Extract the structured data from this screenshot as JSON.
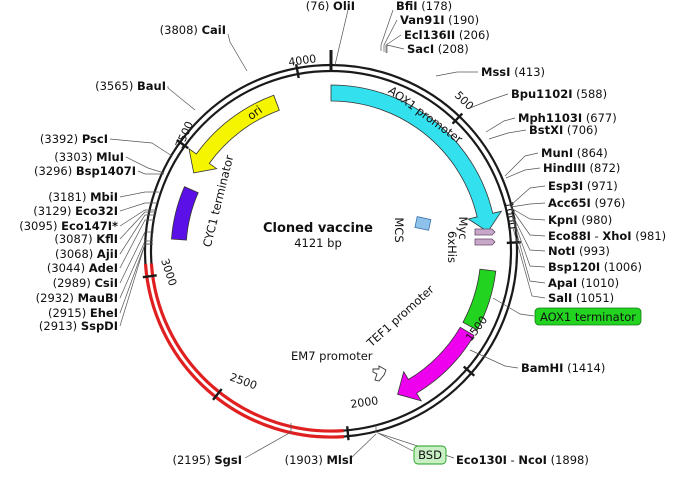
{
  "title": "Cloned vaccine",
  "subtitle": "4121 bp",
  "total_bp": 4121,
  "colors": {
    "backbone": "#1a1a1a",
    "highlight": "#e02020",
    "ori": "#f5f500",
    "aox1_promoter": "#33e0ee",
    "cyc1_terminator": "#5a10e6",
    "tef1_promoter": "#ee00ee",
    "aox1_terminator": "#22d420",
    "mcs": "#8ec2ea",
    "tag": "#c8a8c8",
    "label_box_green": "#22d420",
    "label_box_light": "#c8f0c4"
  },
  "highlight_range": [
    2015,
    3045
  ],
  "features": [
    {
      "id": "aox1-promoter",
      "label": "AOX1 promoter",
      "start": 0,
      "end": 950,
      "color_key": "aox1_promoter"
    },
    {
      "id": "ori",
      "label": "ori",
      "start": 3890,
      "end": 3430,
      "color_key": "ori"
    },
    {
      "id": "cyc1-terminator",
      "label": "CYC1 terminator",
      "start": 3362,
      "end": 3140,
      "color_key": "cyc1_terminator"
    },
    {
      "id": "aox1-terminator",
      "label": "AOX1 terminator",
      "start": 1110,
      "end": 1355,
      "color_key": "aox1_terminator"
    },
    {
      "id": "tef1-promoter",
      "label": "TEF1 promoter",
      "start": 1380,
      "end": 1775,
      "color_key": "tef1_promoter"
    }
  ],
  "inner_labels": {
    "mcs": "MCS",
    "myc": "Myc",
    "his": "6xHis",
    "em7": "EM7 promoter"
  },
  "ticks": [
    "500",
    "1000",
    "1500",
    "2000",
    "2500",
    "3000",
    "3500",
    "4000"
  ],
  "enzymes": [
    {
      "id": "oli",
      "name": "OliI",
      "pos": "(76)"
    },
    {
      "id": "bfi",
      "name": "BfiI",
      "pos": "(178)"
    },
    {
      "id": "van91",
      "name": "Van91I",
      "pos": "(190)"
    },
    {
      "id": "ecl136",
      "name": "Ecl136II",
      "pos": "(206)"
    },
    {
      "id": "sac",
      "name": "SacI",
      "pos": "(208)"
    },
    {
      "id": "mss",
      "name": "MssI",
      "pos": "(413)"
    },
    {
      "id": "bpu1102",
      "name": "Bpu1102I",
      "pos": "(588)"
    },
    {
      "id": "mph1103",
      "name": "Mph1103I",
      "pos": "(677)"
    },
    {
      "id": "bstx",
      "name": "BstXI",
      "pos": "(706)"
    },
    {
      "id": "mun",
      "name": "MunI",
      "pos": "(864)"
    },
    {
      "id": "hind3",
      "name": "HindIII",
      "pos": "(872)"
    },
    {
      "id": "esp3",
      "name": "Esp3I",
      "pos": "(971)"
    },
    {
      "id": "acc65",
      "name": "Acc65I",
      "pos": "(976)"
    },
    {
      "id": "kpn",
      "name": "KpnI",
      "pos": "(980)"
    },
    {
      "id": "eco88",
      "name": "Eco88I",
      "name2": "XhoI",
      "sep": " - ",
      "pos": "(981)"
    },
    {
      "id": "not",
      "name": "NotI",
      "pos": "(993)"
    },
    {
      "id": "bsp120",
      "name": "Bsp120I",
      "pos": "(1006)"
    },
    {
      "id": "apa",
      "name": "ApaI",
      "pos": "(1010)"
    },
    {
      "id": "sal",
      "name": "SalI",
      "pos": "(1051)"
    },
    {
      "id": "bamh",
      "name": "BamHI",
      "pos": "(1414)"
    },
    {
      "id": "eco130",
      "name": "Eco130I",
      "name2": "NcoI",
      "sep": " - ",
      "pos": "(1898)"
    },
    {
      "id": "mls",
      "name": "MlsI",
      "pos": "(1903)"
    },
    {
      "id": "sgs",
      "name": "SgsI",
      "pos": "(2195)"
    },
    {
      "id": "sspd",
      "name": "SspDI",
      "pos": "(2913)"
    },
    {
      "id": "ehe",
      "name": "EheI",
      "pos": "(2915)"
    },
    {
      "id": "maub",
      "name": "MauBI",
      "pos": "(2932)"
    },
    {
      "id": "csi",
      "name": "CsiI",
      "pos": "(2989)"
    },
    {
      "id": "ade",
      "name": "AdeI",
      "pos": "(3044)"
    },
    {
      "id": "aji",
      "name": "AjiI",
      "pos": "(3068)"
    },
    {
      "id": "kfl",
      "name": "KflI",
      "pos": "(3087)"
    },
    {
      "id": "eco147",
      "name": "Eco147I*",
      "pos": "(3095)",
      "muted": true
    },
    {
      "id": "eco32",
      "name": "Eco32I",
      "pos": "(3129)"
    },
    {
      "id": "mbi",
      "name": "MbiI",
      "pos": "(3181)"
    },
    {
      "id": "bsp1407",
      "name": "Bsp1407I",
      "pos": "(3296)"
    },
    {
      "id": "mlu",
      "name": "MluI",
      "pos": "(3303)"
    },
    {
      "id": "psc",
      "name": "PscI",
      "pos": "(3392)"
    },
    {
      "id": "bau",
      "name": "BauI",
      "pos": "(3565)"
    },
    {
      "id": "cai",
      "name": "CaiI",
      "pos": "(3808)"
    }
  ],
  "callouts": {
    "aox1_terminator": "AOX1 terminator",
    "bsd": "BSD"
  }
}
